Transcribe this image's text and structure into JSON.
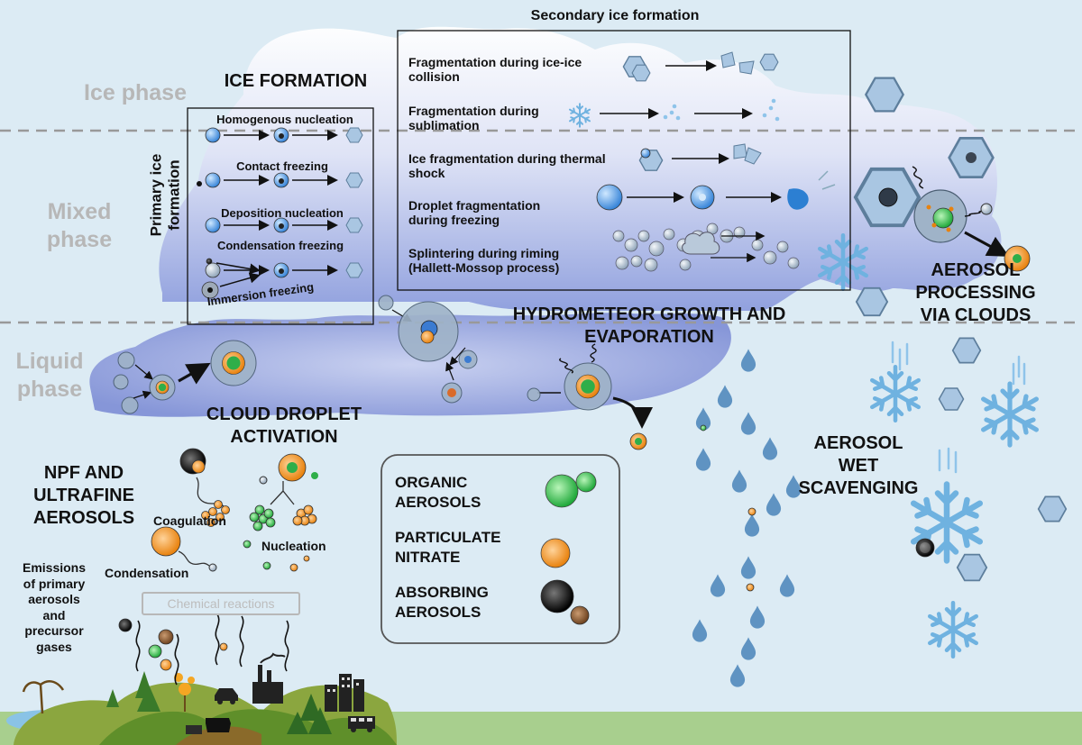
{
  "phases": {
    "ice": "Ice phase",
    "mixed": "Mixed\nphase",
    "liquid": "Liquid\nphase"
  },
  "titles": {
    "ice_formation": "ICE FORMATION",
    "secondary": "Secondary ice formation",
    "primary": "Primary ice\nformation",
    "hydrometeor": "HYDROMETEOR GROWTH AND\nEVAPORATION",
    "cloud_droplet": "CLOUD DROPLET\nACTIVATION",
    "npf": "NPF AND\nULTRAFINE\nAEROSOLS",
    "aerosol_processing": "AEROSOL\nPROCESSING\nVIA CLOUDS",
    "wet_scavenging": "AEROSOL\nWET\nSCAVENGING"
  },
  "primary_processes": [
    "Homogenous nucleation",
    "Contact freezing",
    "Deposition nucleation",
    "Condensation freezing",
    "Immersion freezing"
  ],
  "secondary_processes": [
    "Fragmentation during ice-ice\ncollision",
    "Fragmentation during\nsublimation",
    "Ice fragmentation during thermal\nshock",
    "Droplet fragmentation\nduring freezing",
    "Splintering during riming\n(Hallett-Mossop process)"
  ],
  "npf_labels": {
    "coagulation": "Coagulation",
    "nucleation": "Nucleation",
    "condensation": "Condensation",
    "emissions": "Emissions\nof primary\naerosols\nand\nprecursor\ngases",
    "chemical": "Chemical reactions"
  },
  "legend": [
    {
      "label": "ORGANIC\nAEROSOLS",
      "color": "#3cc84a",
      "icon": "green-particle"
    },
    {
      "label": "PARTICULATE\nNITRATE",
      "color": "#f39a1e",
      "icon": "orange-particle"
    },
    {
      "label": "ABSORBING\nAEROSOLS",
      "color": "#111111",
      "icon": "black-particle"
    }
  ],
  "colors": {
    "sky": "#dcebf4",
    "cloud": "#7f8fd8",
    "ground": "#a8cf8e",
    "organic": "#3cc84a",
    "nitrate": "#f39a1e",
    "absorbing": "#111111",
    "droplet": "#4e7fae"
  }
}
